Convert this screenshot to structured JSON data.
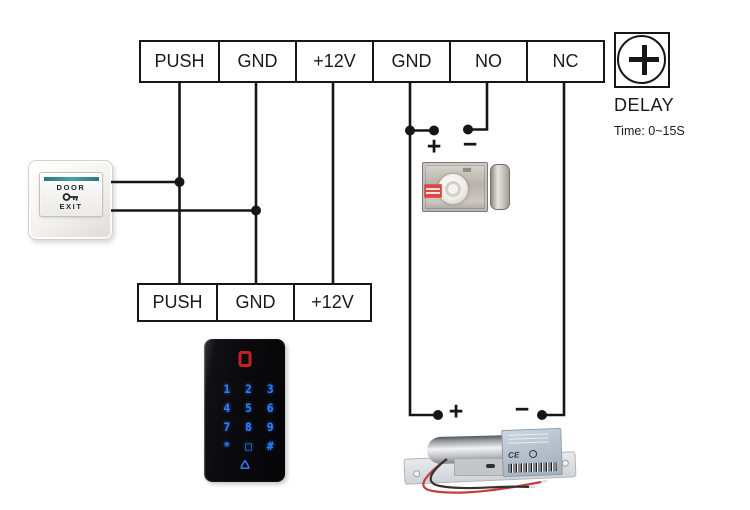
{
  "diagram": {
    "top_strip": {
      "labels": [
        "PUSH",
        "GND",
        "+12V",
        "GND",
        "NO",
        "NC"
      ]
    },
    "bottom_strip": {
      "labels": [
        "PUSH",
        "GND",
        "+12V"
      ]
    },
    "delay": {
      "title": "DELAY",
      "time": "Time: 0~15S"
    },
    "exit_button": {
      "line1": "DOOR",
      "line2": "EXIT"
    },
    "keypad": {
      "keys": [
        [
          "1",
          "2",
          "3"
        ],
        [
          "4",
          "5",
          "6"
        ],
        [
          "7",
          "8",
          "9"
        ],
        [
          "*",
          "□",
          "#"
        ]
      ],
      "accent_color": "#2e7dff",
      "indicator_color": "#c42127"
    },
    "marks": {
      "rim_plus": "+",
      "rim_minus": "−",
      "bolt_plus": "+",
      "bolt_minus": "−"
    },
    "bolt_lock": {
      "ce": "CE"
    },
    "colors": {
      "wire": "#161616",
      "button_stripe": "#2a767c",
      "rim_label_red": "#d94a42"
    },
    "icons": {
      "delay_plus": "plus",
      "exit_key": "key",
      "keypad_bell": "bell"
    }
  }
}
